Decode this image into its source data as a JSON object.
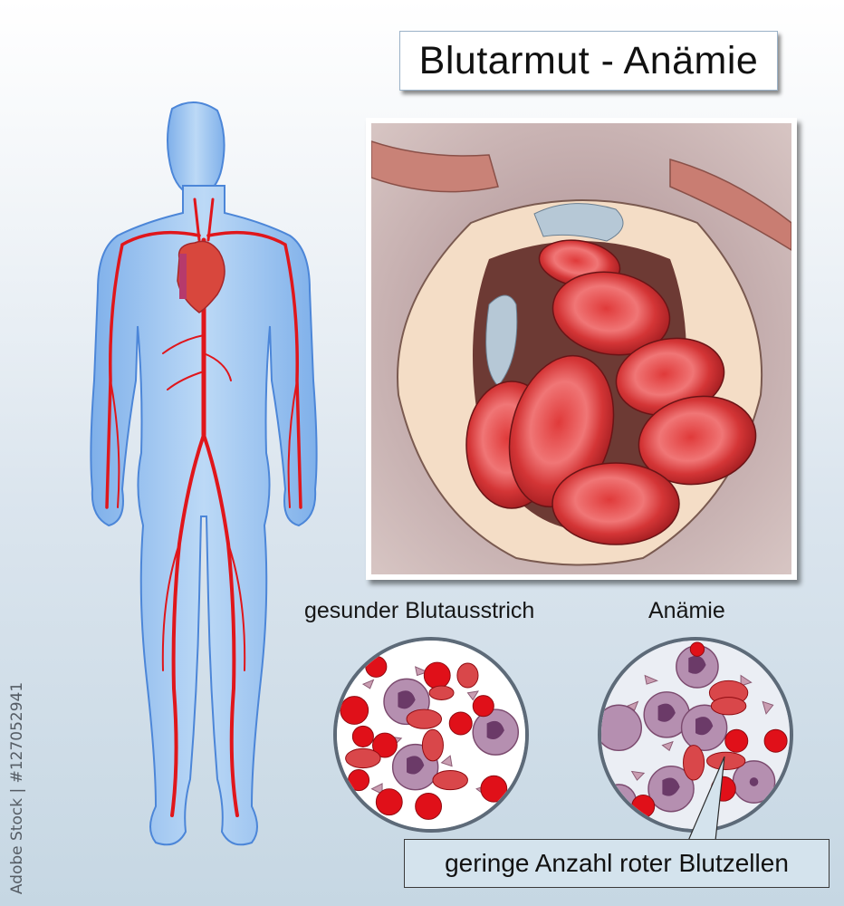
{
  "title": "Blutarmut - Anämie",
  "watermark": "Adobe Stock | #127052941",
  "figures": {
    "body": {
      "description": "Human body with arterial system and heart",
      "colors": {
        "skin": "#9ec3ee",
        "artery": "#e0161b",
        "heart": "#d8473d"
      }
    },
    "bone_marrow": {
      "description": "Cross section of bone with red blood cells"
    }
  },
  "smears": [
    {
      "label": "gesunder Blutausstrich",
      "description": "healthy blood smear"
    },
    {
      "label": "Anämie",
      "description": "anemic blood smear"
    }
  ],
  "callout": {
    "label": "geringe Anzahl roter Blutzellen"
  },
  "colors": {
    "rbc": "#d8101a",
    "wbc": "#a98aa3",
    "background_top": "#ffffff",
    "background_bottom": "#c6d7e3"
  }
}
